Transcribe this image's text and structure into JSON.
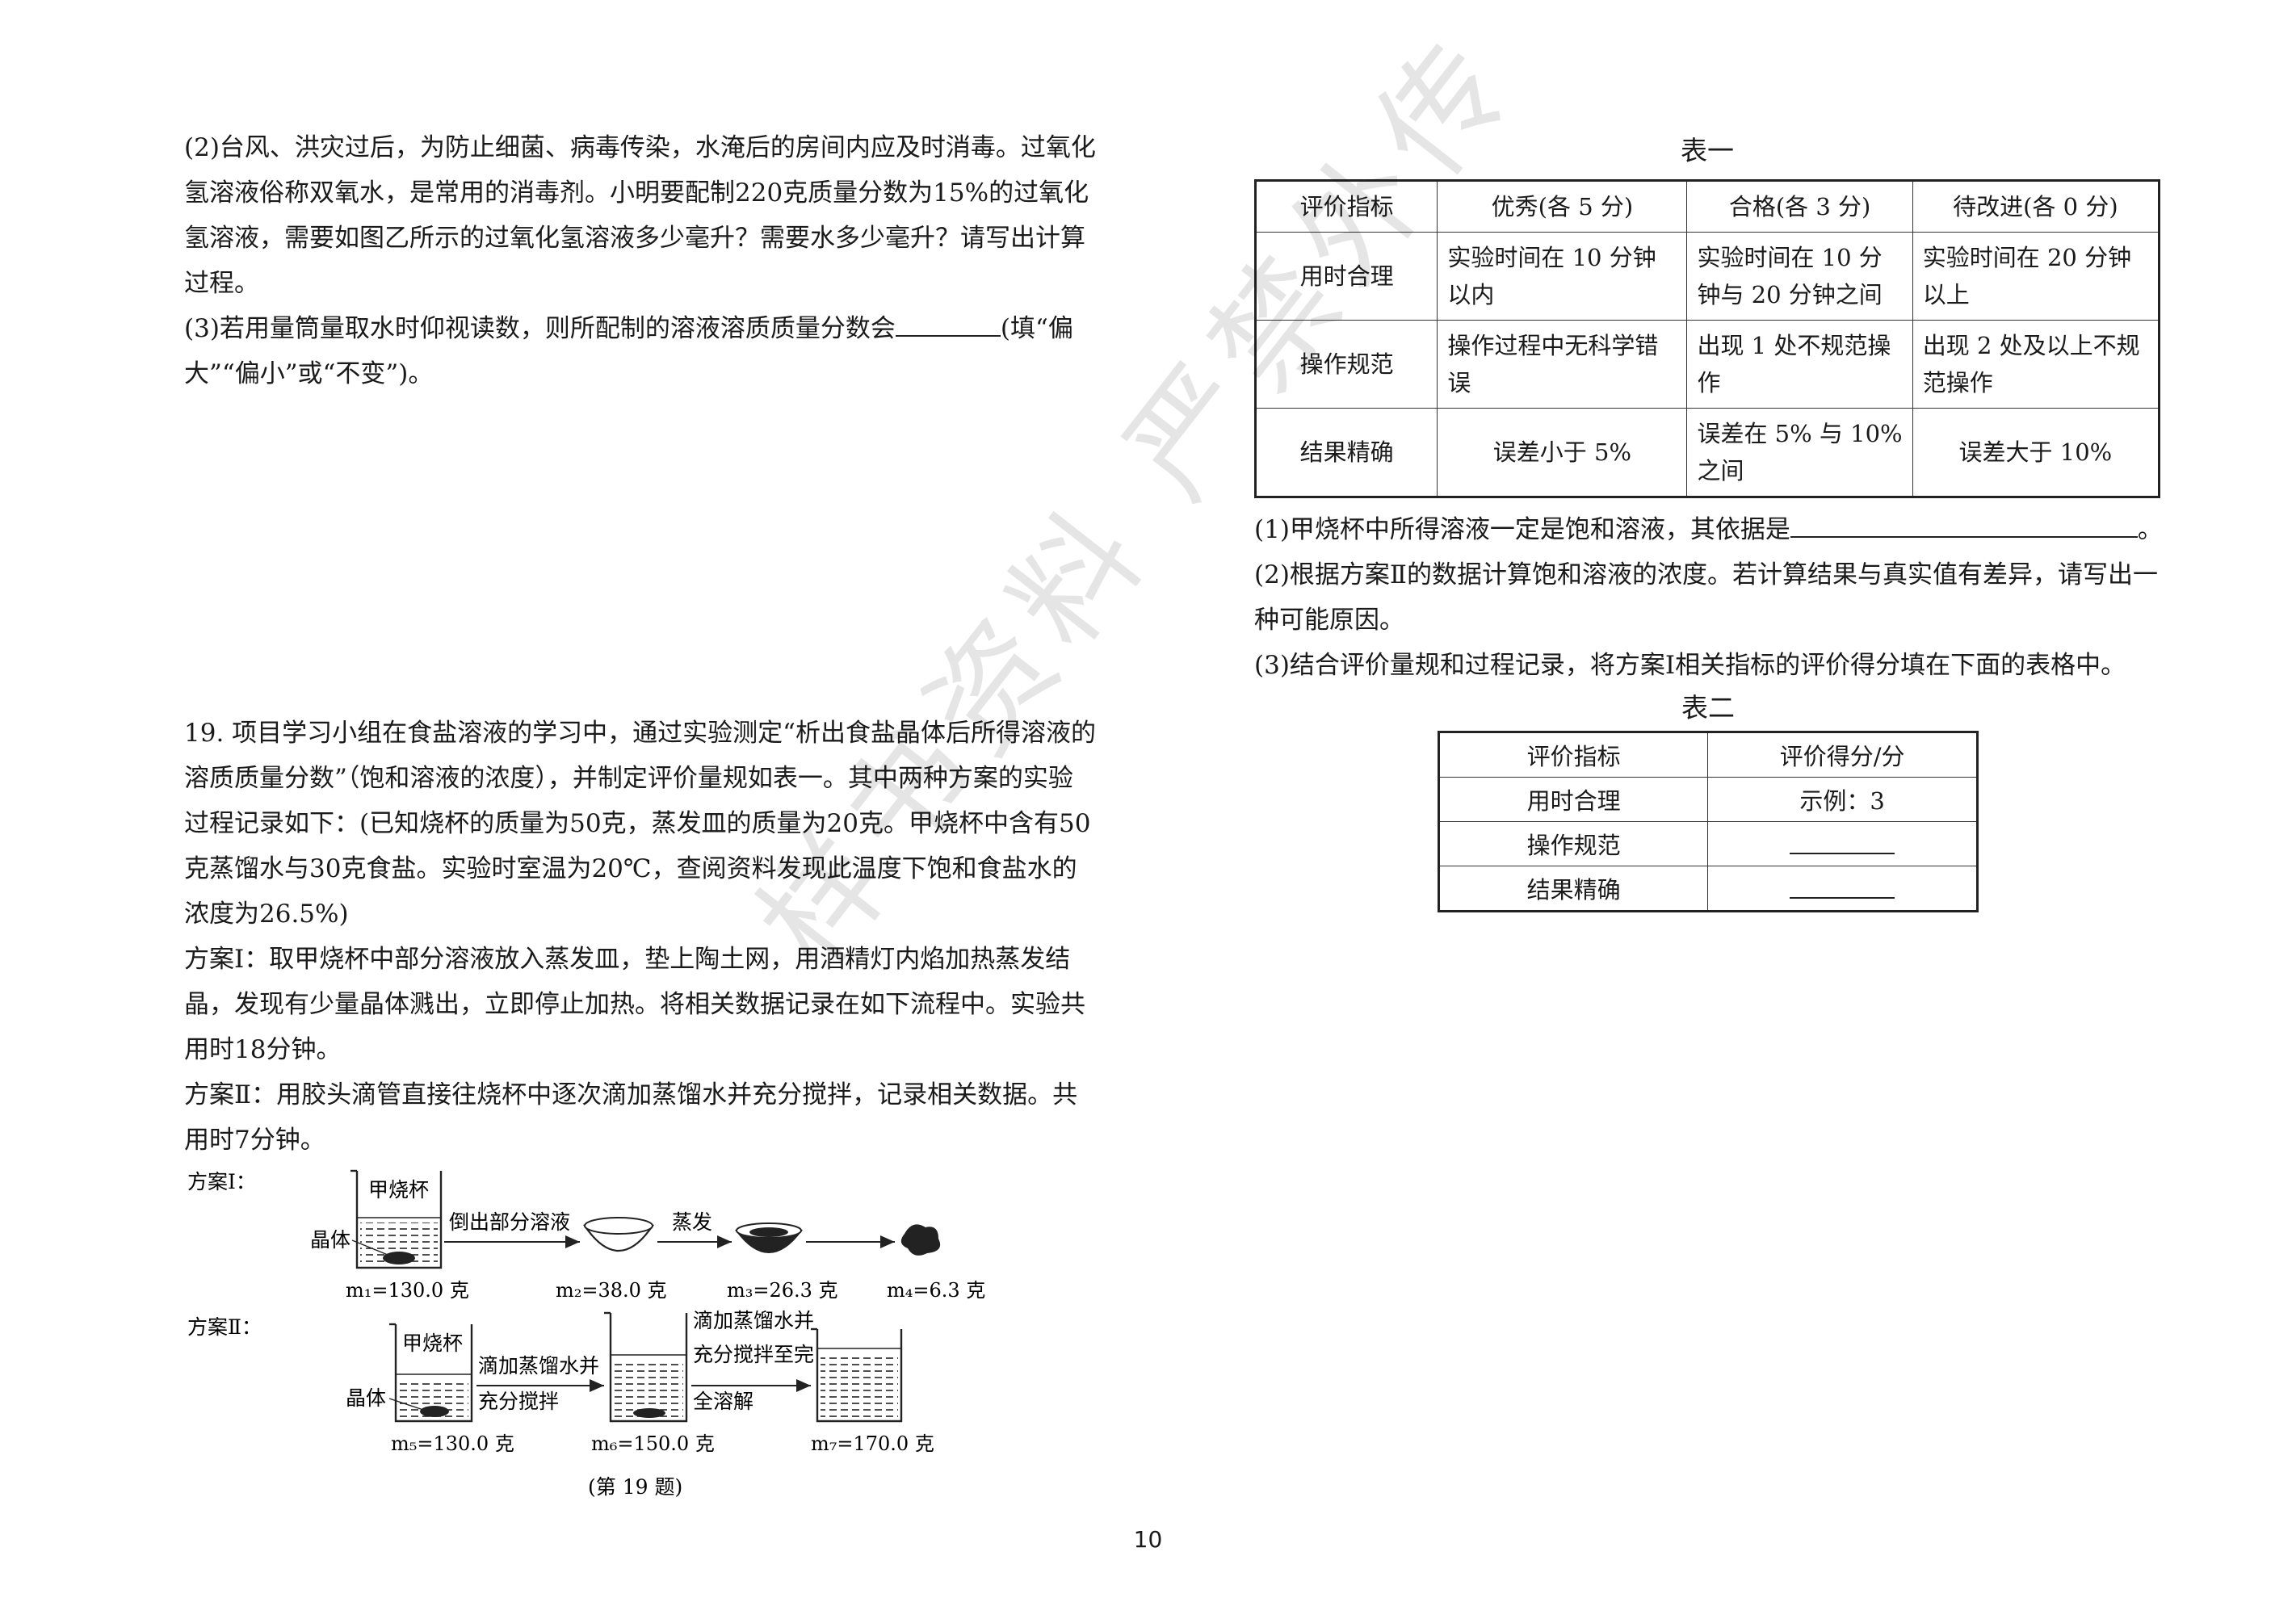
{
  "left": {
    "q18_2": "(2)台风、洪灾过后，为防止细菌、病毒传染，水淹后的房间内应及时消毒。过氧化氢溶液俗称双氧水，是常用的消毒剂。小明要配制220克质量分数为15%的过氧化氢溶液，需要如图乙所示的过氧化氢溶液多少毫升？需要水多少毫升？请写出计算过程。",
    "q18_3_a": "(3)若用量筒量取水时仰视读数，则所配制的溶液溶质质量分数会",
    "q18_3_b": "(填“偏大”“偏小”或“不变”)。"
  },
  "q19": {
    "intro": "19. 项目学习小组在食盐溶液的学习中，通过实验测定“析出食盐晶体后所得溶液的溶质质量分数”（饱和溶液的浓度），并制定评价量规如表一。其中两种方案的实验过程记录如下：(已知烧杯的质量为50克，蒸发皿的质量为20克。甲烧杯中含有50克蒸馏水与30克食盐。实验时室温为20℃，查阅资料发现此温度下饱和食盐水的浓度为26.5%)",
    "plan1": "方案Ⅰ：取甲烧杯中部分溶液放入蒸发皿，垫上陶土网，用酒精灯内焰加热蒸发结晶，发现有少量晶体溅出，立即停止加热。将相关数据记录在如下流程中。实验共用时18分钟。",
    "plan2": "方案Ⅱ：用胶头滴管直接往烧杯中逐次滴加蒸馏水并充分搅拌，记录相关数据。共用时7分钟。"
  },
  "diagram": {
    "plan1_label": "方案Ⅰ：",
    "plan2_label": "方案Ⅱ：",
    "beaker_label": "甲烧杯",
    "crystal_label": "晶体",
    "step_pour": "倒出部分溶液",
    "step_evaporate": "蒸发",
    "step_add1_a": "滴加蒸馏水并",
    "step_add1_b": "充分搅拌",
    "step_add2_a": "滴加蒸馏水并",
    "step_add2_b": "充分搅拌至完",
    "step_add2_c": "全溶解",
    "m1": "m₁=130.0 克",
    "m2": "m₂=38.0 克",
    "m3": "m₃=26.3 克",
    "m4": "m₄=6.3 克",
    "m5": "m₅=130.0 克",
    "m6": "m₆=150.0 克",
    "m7": "m₇=170.0 克",
    "caption": "(第 19 题)"
  },
  "table1": {
    "title": "表一",
    "headers": [
      "评价指标",
      "优秀(各 5 分)",
      "合格(各 3 分)",
      "待改进(各 0 分)"
    ],
    "rows": [
      [
        "用时合理",
        "实验时间在 10 分钟以内",
        "实验时间在 10 分钟与 20 分钟之间",
        "实验时间在 20 分钟以上"
      ],
      [
        "操作规范",
        "操作过程中无科学错误",
        "出现 1 处不规范操作",
        "出现 2 处及以上不规范操作"
      ],
      [
        "结果精确",
        "误差小于 5%",
        "误差在 5% 与 10% 之间",
        "误差大于 10%"
      ]
    ]
  },
  "right_questions": {
    "q1_a": "(1)甲烧杯中所得溶液一定是饱和溶液，其依据是",
    "q1_b": "。",
    "q2": "(2)根据方案Ⅱ的数据计算饱和溶液的浓度。若计算结果与真实值有差异，请写出一种可能原因。",
    "q3": "(3)结合评价量规和过程记录，将方案Ⅰ相关指标的评价得分填在下面的表格中。"
  },
  "table2": {
    "title": "表二",
    "headers": [
      "评价指标",
      "评价得分/分"
    ],
    "rows": [
      [
        "用时合理",
        "示例：3"
      ],
      [
        "操作规范",
        ""
      ],
      [
        "结果精确",
        ""
      ]
    ]
  },
  "watermark": "样书资料 严禁外传",
  "page_number": "10"
}
